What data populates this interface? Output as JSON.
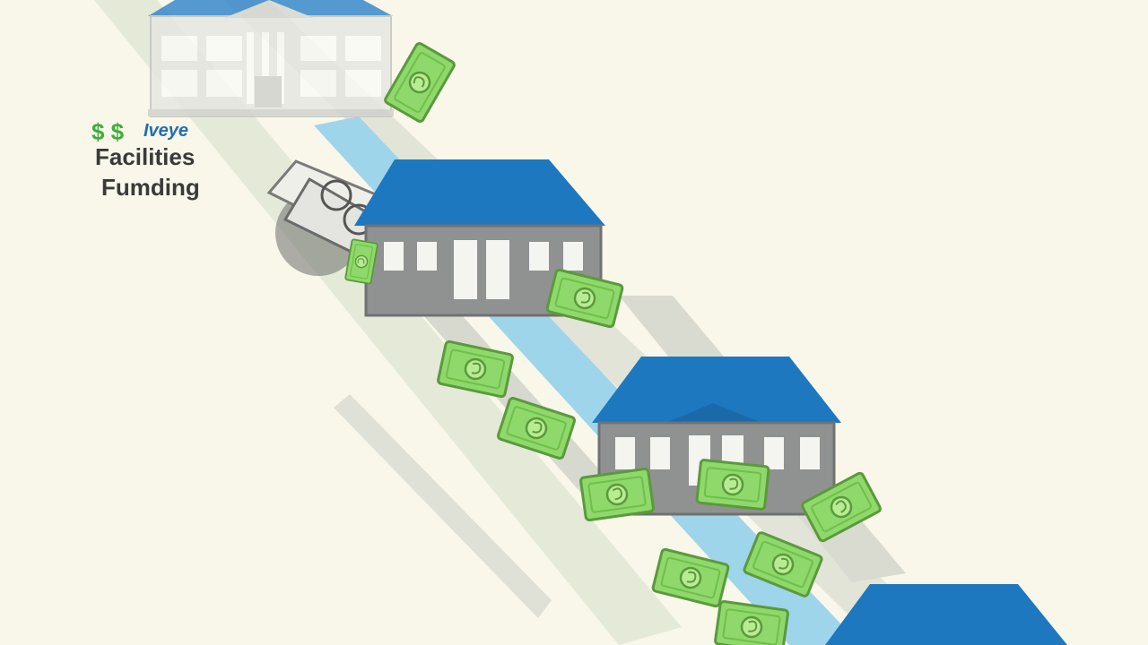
{
  "title": {
    "badge_symbols": "$ $",
    "badge_word": "Iveye",
    "line1": "Facilities",
    "line2": "Fumding"
  },
  "colors": {
    "background": "#f8f7ea",
    "roof_blue": "#1e78c0",
    "wall_gray": "#8f9291",
    "money_green": "#8fd86b",
    "money_dark": "#5a9a3c",
    "stream_blue": "#8ccfe8",
    "road_gray": "#dcdcd0",
    "title_text": "#3a3a3a",
    "badge_green": "#3fae3a",
    "badge_blue": "#1e6fb0"
  },
  "icons": [
    "bank-building-icon",
    "house-icon",
    "dollar-bill-icon",
    "cash-stack-icon"
  ]
}
